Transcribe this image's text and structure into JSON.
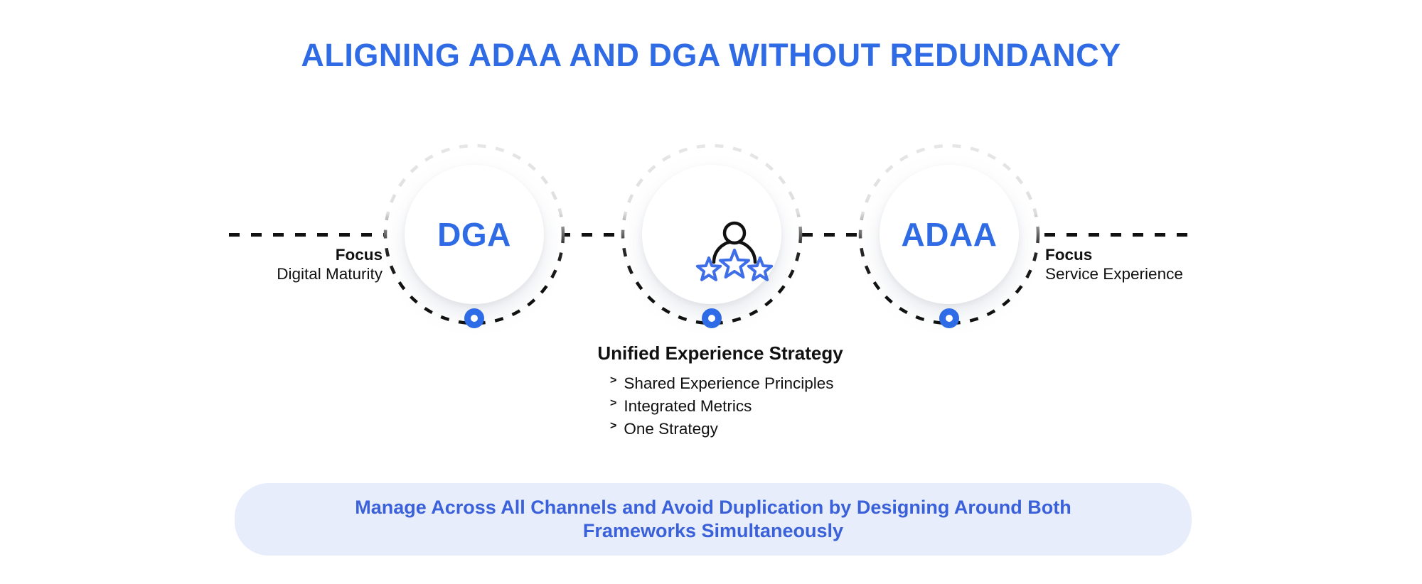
{
  "title": "ALIGNING ADAA AND DGA WITHOUT REDUNDANCY",
  "colors": {
    "primary_blue": "#2F6BE4",
    "star_blue": "#3E6EE8",
    "banner_bg": "#E7EDFB",
    "banner_text": "#3A61D9",
    "dash_dark": "#111111",
    "dash_light": "#E3E3E3",
    "marker_blue": "#2E6BE6"
  },
  "nodes": [
    {
      "id": "dga",
      "label": "DGA",
      "focus_label": "Focus",
      "focus_value": "Digital Maturity",
      "focus_side": "left"
    },
    {
      "id": "unified",
      "icon": "person-with-three-stars-icon",
      "detail": {
        "heading": "Unified Experience Strategy",
        "bullet_glyph": ">",
        "items": [
          "Shared Experience Principles",
          "Integrated Metrics",
          "One Strategy"
        ]
      }
    },
    {
      "id": "adaa",
      "label": "ADAA",
      "focus_label": "Focus",
      "focus_value": "Service Experience",
      "focus_side": "right"
    }
  ],
  "banner": {
    "lines": [
      "Manage Across All Channels and Avoid Duplication by Designing Around Both",
      "Frameworks Simultaneously"
    ]
  }
}
